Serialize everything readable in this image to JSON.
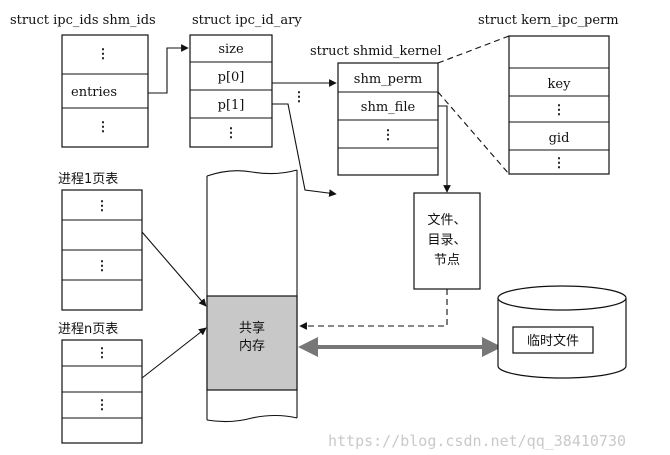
{
  "structures": {
    "ipc_ids": {
      "title": "struct ipc_ids shm_ids",
      "cells": [
        "⋮",
        "entries",
        "⋮"
      ]
    },
    "ipc_id_ary": {
      "title": "struct ipc_id_ary",
      "cells": [
        "size",
        "p[0]",
        "p[1]",
        "⋮"
      ],
      "side_ellipsis": "⋮"
    },
    "shmid_kernel": {
      "title": "struct shmid_kernel",
      "cells": [
        "shm_perm",
        "shm_file",
        "⋮",
        ""
      ]
    },
    "kern_ipc_perm": {
      "title": "struct kern_ipc_perm",
      "cells": [
        "",
        "key",
        "⋮",
        "gid",
        "⋮"
      ]
    }
  },
  "page_tables": {
    "process1": {
      "title": "进程1页表",
      "cells": [
        "⋮",
        "",
        "⋮",
        ""
      ]
    },
    "processn": {
      "title": "进程n页表",
      "cells": [
        "⋮",
        "",
        "⋮",
        ""
      ]
    }
  },
  "memory": {
    "shared_label": [
      "共享",
      "内存"
    ]
  },
  "file_node": {
    "lines": [
      "文件、",
      "目录、",
      "节点"
    ]
  },
  "temp_file": {
    "label": "临时文件"
  },
  "watermark": "https://blog.csdn.net/qq_38410730"
}
